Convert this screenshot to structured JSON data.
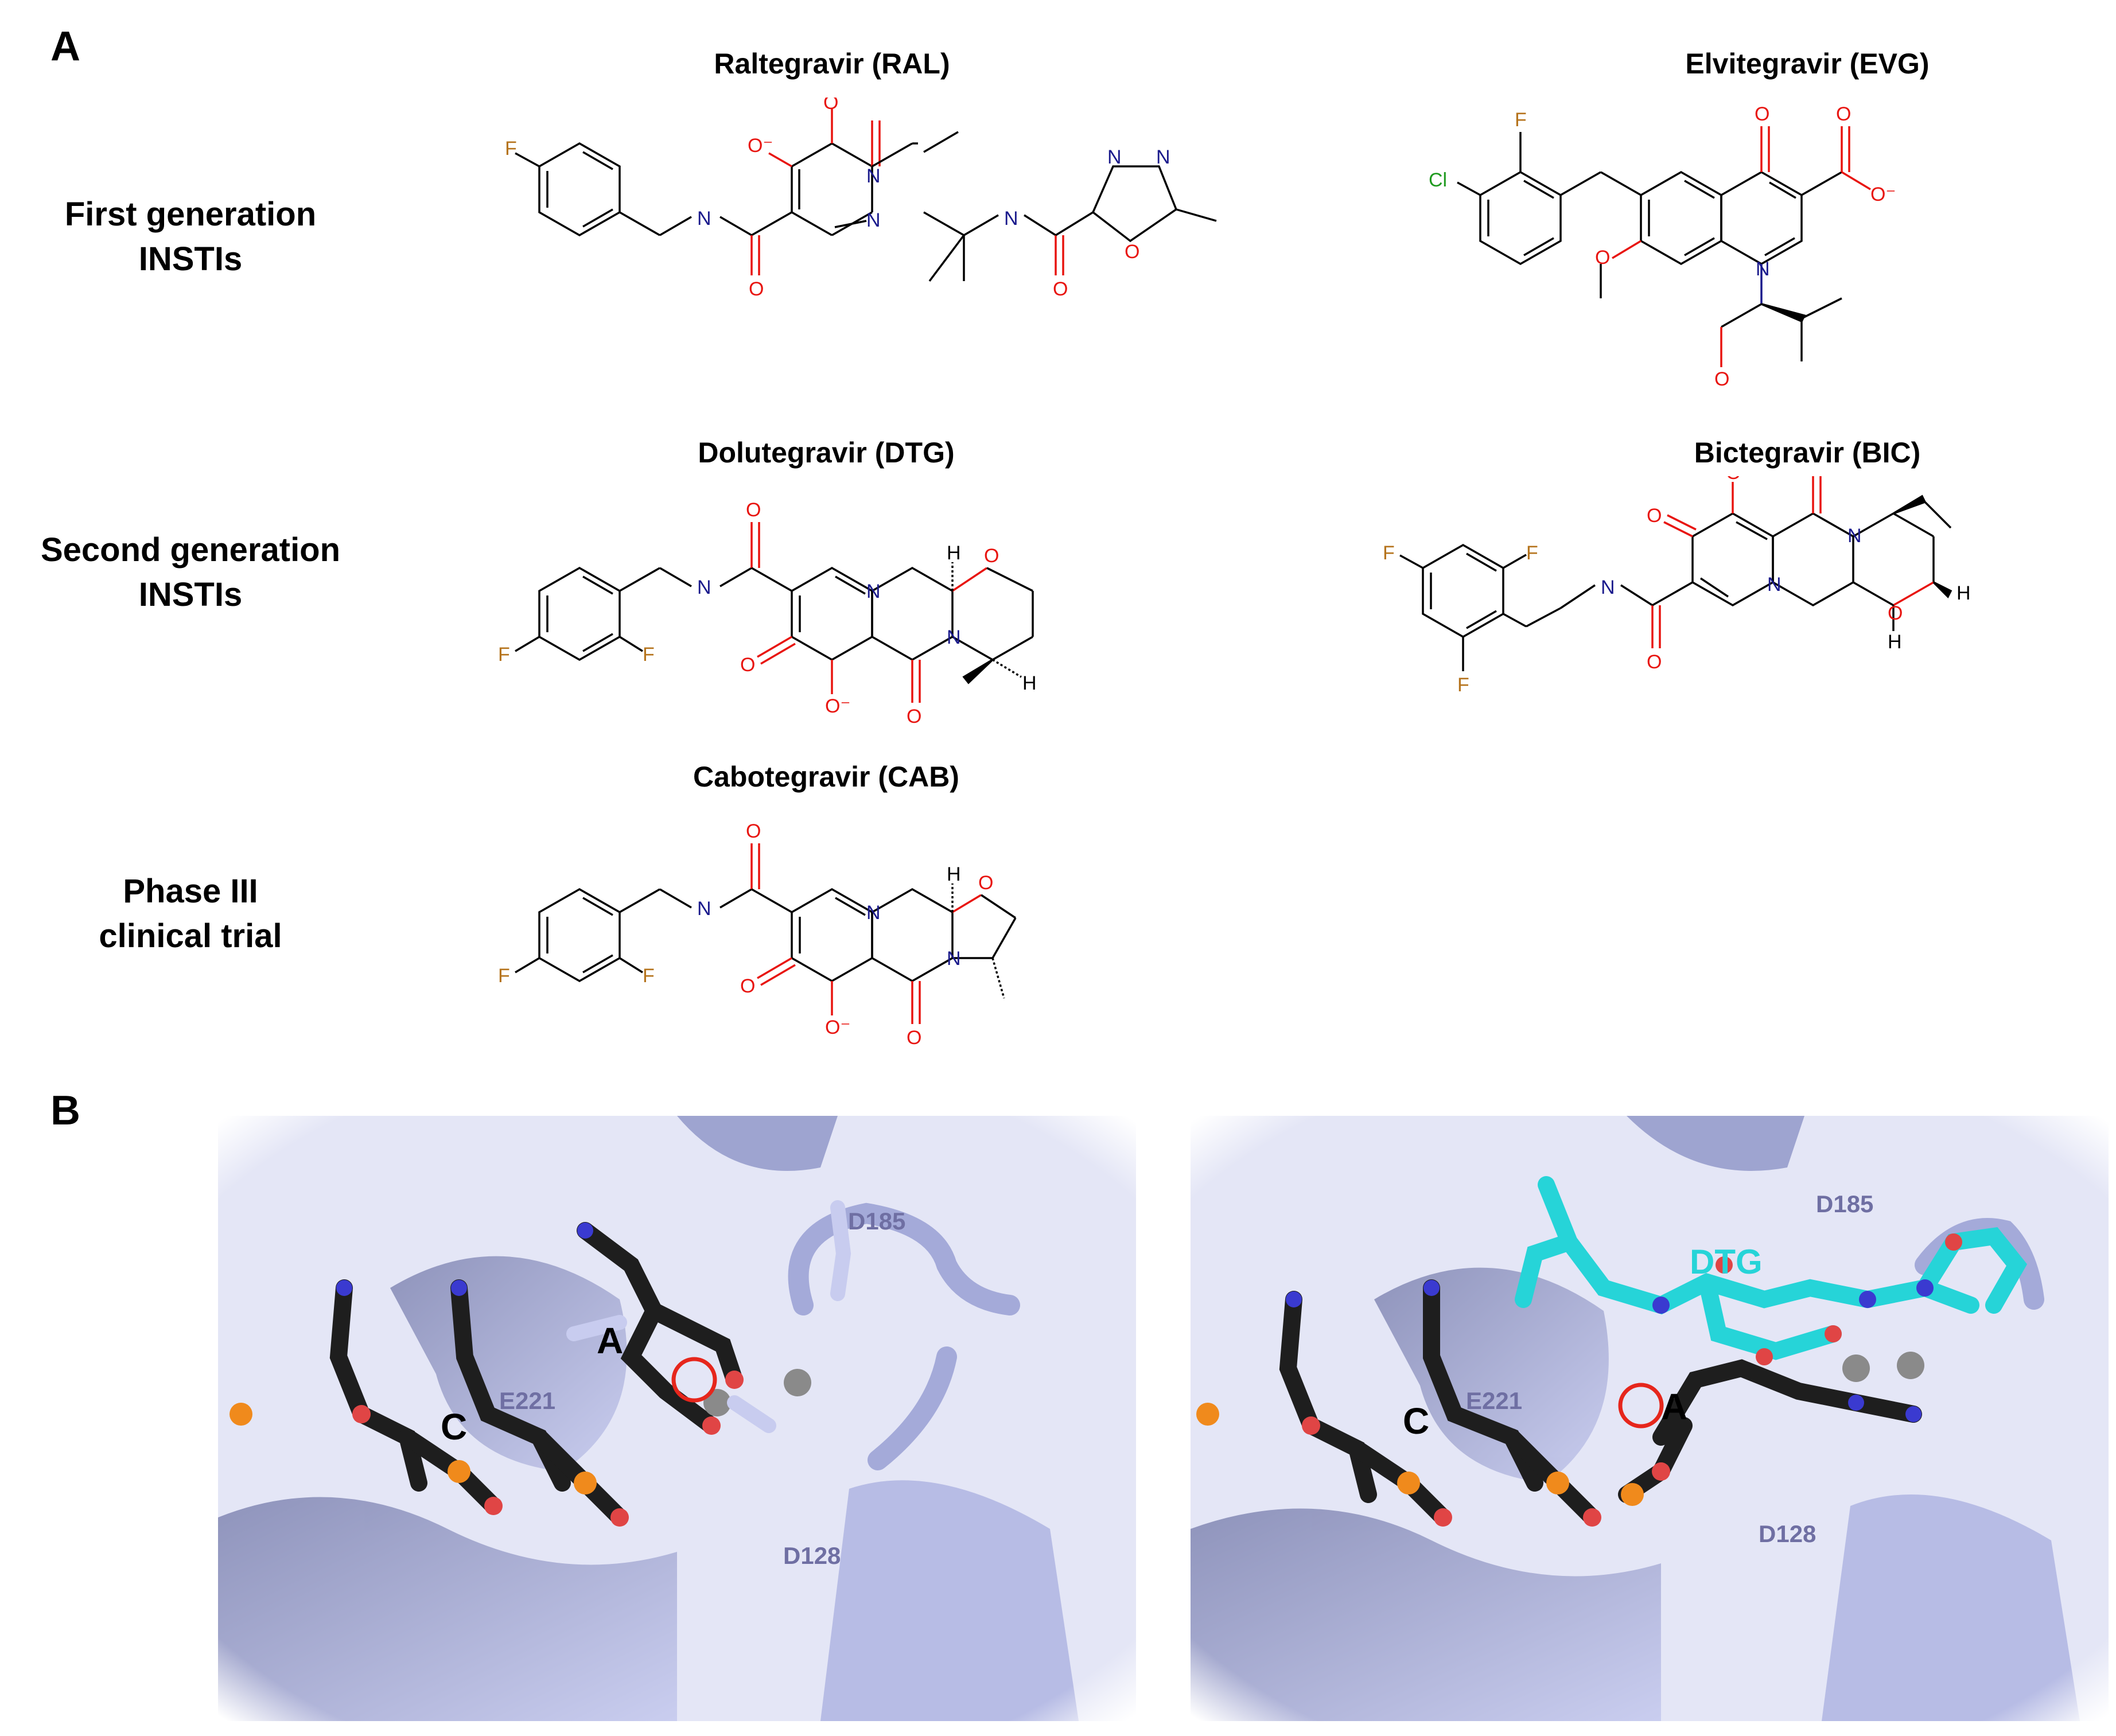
{
  "panels": {
    "a": {
      "letter": "A"
    },
    "b": {
      "letter": "B"
    }
  },
  "rows": {
    "first": "First generation\nINSTIs",
    "second": "Second generation\nINSTIs",
    "phase": "Phase III\nclinical trial"
  },
  "drugs": {
    "ral": "Raltegravir (RAL)",
    "evg": "Elvitegravir (EVG)",
    "dtg": "Dolutegravir (DTG)",
    "bic": "Bictegravir (BIC)",
    "cab": "Cabotegravir (CAB)"
  },
  "atoms": {
    "F": "F",
    "O": "O",
    "O_minus": "O⁻",
    "N": "N",
    "Cl": "Cl",
    "H": "H"
  },
  "panel_b": {
    "left": {
      "d185": "D185",
      "e221": "E221",
      "d128": "D128",
      "c": "C",
      "a": "A"
    },
    "right": {
      "d185": "D185",
      "e221": "E221",
      "d128": "D128",
      "c": "C",
      "a": "A",
      "dtg": "DTG"
    }
  },
  "colors": {
    "oxygen": "#e8140f",
    "nitrogen": "#1a1a8c",
    "fluorine": "#b5731c",
    "chlorine": "#1f9a1f",
    "protein": "#aab0e0",
    "dna": "#222222",
    "ligand": "#26d4d8",
    "residue_label": "#6f6fa3"
  }
}
